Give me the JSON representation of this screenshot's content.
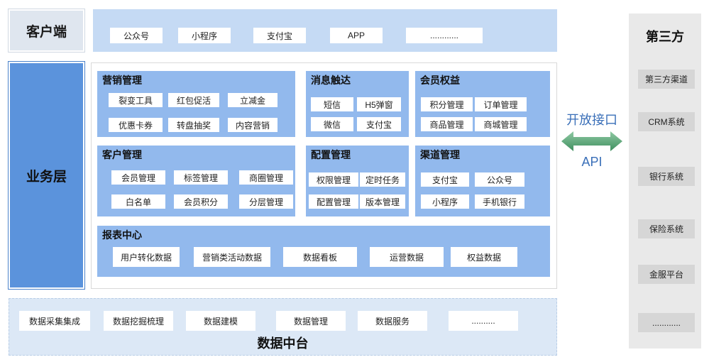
{
  "client": {
    "label": "客户端",
    "items": [
      "公众号",
      "小程序",
      "支付宝",
      "APP",
      "............"
    ]
  },
  "business": {
    "label": "业务层",
    "modules": {
      "marketing": {
        "title": "营销管理",
        "items": [
          "裂变工具",
          "红包促活",
          "立减金",
          "优惠卡券",
          "转盘抽奖",
          "内容营销"
        ]
      },
      "message": {
        "title": "消息触达",
        "items": [
          "短信",
          "H5弹窗",
          "微信",
          "支付宝"
        ]
      },
      "member": {
        "title": "会员权益",
        "items": [
          "积分管理",
          "订单管理",
          "商品管理",
          "商城管理"
        ]
      },
      "customer": {
        "title": "客户管理",
        "items": [
          "会员管理",
          "标签管理",
          "商圈管理",
          "白名单",
          "会员积分",
          "分层管理"
        ]
      },
      "config": {
        "title": "配置管理",
        "items": [
          "权限管理",
          "定时任务",
          "配置管理",
          "版本管理"
        ]
      },
      "channel": {
        "title": "渠道管理",
        "items": [
          "支付宝",
          "公众号",
          "小程序",
          "手机银行"
        ]
      },
      "report": {
        "title": "报表中心",
        "items": [
          "用户转化数据",
          "营销类活动数据",
          "数据看板",
          "运营数据",
          "权益数据"
        ]
      }
    }
  },
  "api": {
    "title": "开放接口",
    "subtitle": "API"
  },
  "third_party": {
    "title": "第三方",
    "items": [
      "第三方渠道",
      "CRM系统",
      "银行系统",
      "保险系统",
      "金服平台",
      "............"
    ]
  },
  "data_platform": {
    "title": "数据中台",
    "items": [
      "数据采集集成",
      "数据挖掘梳理",
      "数据建模",
      "数据管理",
      "数据服务",
      ".........."
    ]
  },
  "colors": {
    "client_bar": "#c5daf4",
    "business_label": "#5b93dc",
    "module_bg": "#92b9ed",
    "data_platform_bg": "#dce8f6",
    "third_panel_bg": "#e9e9e9",
    "arrow": "#4f9e6e",
    "api_text": "#3a6fb8"
  }
}
